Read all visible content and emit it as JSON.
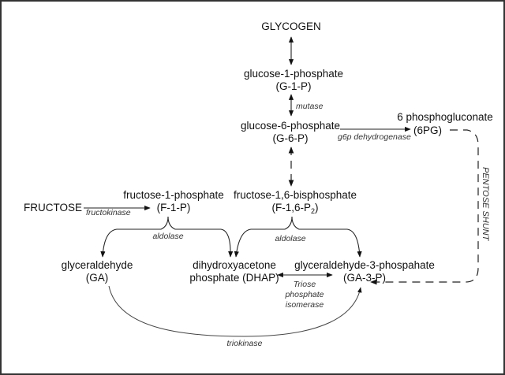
{
  "nodes": {
    "glycogen": {
      "line1": "GLYCOGEN"
    },
    "g1p": {
      "line1": "glucose-1-phosphate",
      "line2": "(G-1-P)"
    },
    "g6p": {
      "line1": "glucose-6-phosphate",
      "line2": "(G-6-P)"
    },
    "pg6": {
      "line1": "6 phosphogluconate",
      "line2": "(6PG)"
    },
    "fructose": {
      "line1": "FRUCTOSE"
    },
    "f1p": {
      "line1": "fructose-1-phosphate",
      "line2": "(F-1-P)"
    },
    "f16p2": {
      "line1": "fructose-1,6-bisphosphate",
      "line2_main": "(F-1,6-P",
      "line2_sub": "2",
      "line2_end": ")"
    },
    "ga": {
      "line1": "glyceraldehyde",
      "line2": "(GA)"
    },
    "dhap": {
      "line1": "dihydroxyacetone",
      "line2": "phosphate (DHAP)"
    },
    "ga3p": {
      "line1": "glyceraldehyde-3-phospahate",
      "line2": "(GA-3-P)"
    }
  },
  "enzymes": {
    "mutase": "mutase",
    "g6pdh": "g6p dehydrogenase",
    "fructokinase": "fructokinase",
    "aldolase_left": "aldolase",
    "aldolase_right": "aldolase",
    "tpi_1": "Triose",
    "tpi_2": "phosphate",
    "tpi_3": "isomerase",
    "triokinase": "triokinase"
  },
  "annotations": {
    "pentose_shunt": "PENTOSE SHUNT"
  }
}
